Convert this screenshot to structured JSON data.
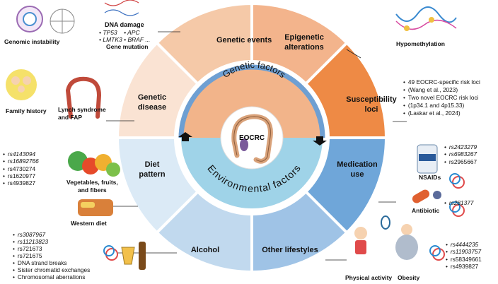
{
  "center": {
    "label": "EOCRC"
  },
  "ring": {
    "top_label": "Genetic   factors",
    "bottom_label": "Environmental   factors"
  },
  "segments": {
    "genetic_events": "Genetic events",
    "epigenetic": [
      "Epigenetic",
      "alterations"
    ],
    "susceptibility": [
      "Susceptibility",
      "loci"
    ],
    "genetic_disease": [
      "Genetic",
      "disease"
    ],
    "diet_pattern": [
      "Diet",
      "pattern"
    ],
    "alcohol": "Alcohol",
    "other_lifestyles": "Other lifestyles",
    "medication_use": [
      "Medication",
      "use"
    ]
  },
  "annotations": {
    "genomic_instability": "Genomic instability",
    "dna_damage": "DNA damage",
    "genes_row1": [
      "TP53",
      "APC"
    ],
    "genes_row2": [
      "LMTK3",
      "BRAF ..."
    ],
    "gene_mutation": "Gene mutation",
    "hypomethylation": "Hypomethylation",
    "family_history": "Family history",
    "lynch": [
      "Lynch syndrome",
      "and FAP"
    ],
    "vegetables": [
      "Vegetables, fruits,",
      "and fibers"
    ],
    "western_diet": "Western diet",
    "nsaids": "NSAIDs",
    "antibiotic": "Antibiotic",
    "physical_activity": "Physical activity",
    "obesity": "Obesity"
  },
  "susceptibility_notes": [
    "49 EOCRC-specific risk loci",
    "(Wang et al., 2023)",
    "Two novel EOCRC risk loci",
    "(1p34.1 and 4p15.33)",
    "(Laskar et al., 2024)"
  ],
  "diet_snps": [
    "rs4143094",
    "rs16892766",
    "rs4730274",
    "rs1620977",
    "rs4939827"
  ],
  "alcohol_items": [
    "rs3087967",
    "rs11213823",
    "rs721673",
    "rs721675",
    "DNA strand breaks",
    "Sister chromatid exchanges",
    "Chromosomal aberrations"
  ],
  "nsaid_snps": [
    "rs2423279",
    "rs6983267",
    "rs2965667"
  ],
  "antibiotic_snps": [
    "rs281377"
  ],
  "lifestyle_snps": [
    "rs4444235",
    "rs11903757",
    "rs58349661",
    "rs4939827"
  ],
  "colors": {
    "genetic_events": "#f5c9a8",
    "epigenetic": "#f3b48c",
    "susceptibility": "#ee8a45",
    "genetic_disease": "#fae3d3",
    "diet": "#dbeaf6",
    "alcohol": "#c1d9ee",
    "other_lifestyles": "#9fc3e6",
    "medication": "#6fa6d9",
    "ring_top": "#f2b48a",
    "ring_bottom": "#9fd3e8",
    "divider": "#6e9fd2"
  }
}
